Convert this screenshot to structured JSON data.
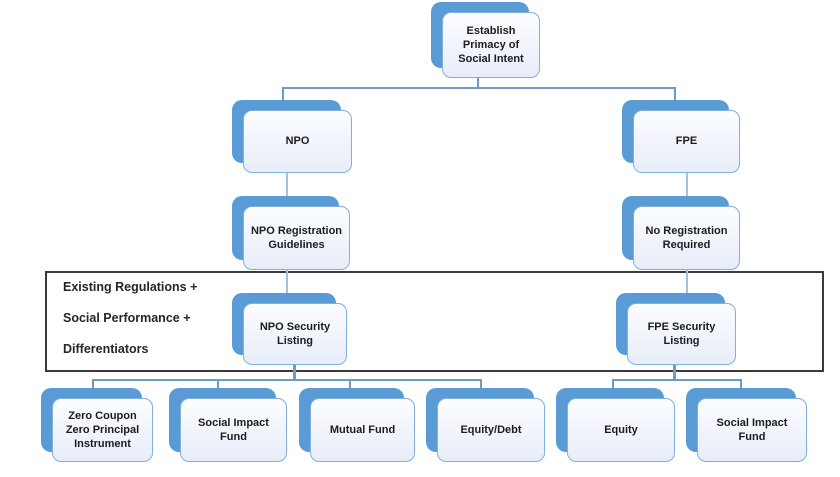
{
  "diagram": {
    "nodes": {
      "root": "Establish Primacy of Social Intent",
      "npo": "NPO",
      "fpe": "FPE",
      "npo_registration": "NPO Registration Guidelines",
      "no_registration": "No Registration Required",
      "npo_listing": "NPO Security Listing",
      "fpe_listing": "FPE Security Listing",
      "zero_coupon": "Zero Coupon Zero Principal Instrument",
      "social_impact_fund_1": "Social Impact Fund",
      "mutual_fund": "Mutual Fund",
      "equity_debt": "Equity/Debt",
      "equity": "Equity",
      "social_impact_fund_2": "Social Impact Fund"
    },
    "overlay": {
      "line1": "Existing Regulations +",
      "line2": "Social Performance +",
      "line3": "Differentiators"
    },
    "colors": {
      "node_shadow": "#5b9bd5",
      "node_border": "#7fb0de",
      "node_fill": "#eef2fb",
      "connector": "#6e9ac7",
      "link": "#9dc3e6",
      "frame_border": "#3a3a3a",
      "text": "#1c1c1c"
    }
  }
}
